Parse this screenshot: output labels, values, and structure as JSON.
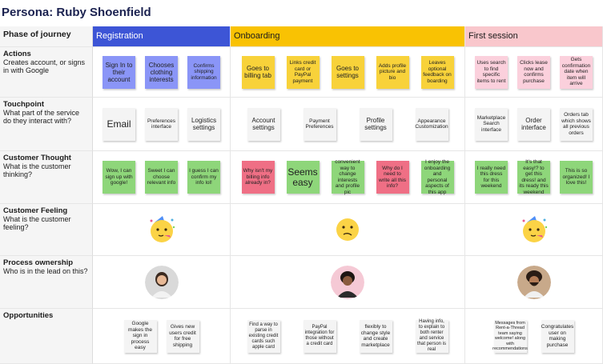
{
  "title": "Persona: Ruby Shoenfield",
  "header": {
    "label": "Phase of journey"
  },
  "phases": [
    {
      "label": "Registration",
      "color": "#3d55d6"
    },
    {
      "label": "Onboarding",
      "color": "#f9c203"
    },
    {
      "label": "First session",
      "color": "#f9c7cc"
    }
  ],
  "rows": {
    "actions": {
      "title": "Actions",
      "desc": "Creates account, or signs in with Google"
    },
    "touchpoint": {
      "title": "Touchpoint",
      "desc": "What part of the service do they interact with?"
    },
    "thought": {
      "title": "Customer Thought",
      "desc": "What is the customer thinking?"
    },
    "feeling": {
      "title": "Customer Feeling",
      "desc": "What is the customer feeling?"
    },
    "ownership": {
      "title": "Process ownership",
      "desc": "Who is in the lead on this?"
    },
    "opportunities": {
      "title": "Opportunities",
      "desc": ""
    }
  },
  "notes": {
    "actions_reg": [
      "Sign In to their account",
      "Chooses clothing interests",
      "Confirms shipping information"
    ],
    "actions_onb": [
      "Goes to billing tab",
      "Links credit card or PayPal payment",
      "Goes to settings",
      "Adds profile picture and bio",
      "Leaves optional feedback on boarding"
    ],
    "actions_fs": [
      "Uses search to find specific items to rent",
      "Clicks lease now and confirms purchase",
      "Gets confirmation date when item will arrive"
    ],
    "touch_reg": [
      "Email",
      "Preferences interface",
      "Logistics settings"
    ],
    "touch_onb": [
      "Account settings",
      "Payment Preferences",
      "Profile settings",
      "Appearance Customization"
    ],
    "touch_fs": [
      "Marketplace Search interface",
      "Order interface",
      "Orders tab which shows all previous orders"
    ],
    "thought_reg": [
      "Wow, I can sign up with google!",
      "Sweet I can choose relevant info",
      "I guess I can confirm my info lol!"
    ],
    "thought_onb": [
      "Why isn't my billing info already in?",
      "Seems easy",
      "convenient way to change interests and profile pic",
      "Why do I need to write all this info?",
      "I enjoy the onboarding and personal aspects of this app"
    ],
    "thought_fs": [
      "I really need this dress for this weekend",
      "It's that easy!? to get this dress! and its ready this weekend",
      "This is so organized! I love this!"
    ],
    "opp_reg": [
      "Google makes the sign in process easy",
      "Gives new users credit for free shipping"
    ],
    "opp_onb": [
      "Find a way to parse in existing credit cards such apple card",
      "PayPal integration for those without a credit card",
      "flexibly to change style and create marketplace",
      "Having info, to explain to both renter and service that person is real"
    ],
    "opp_fs": [
      "Messages from Rent-a-Thread team saying welcome! along with recommendations",
      "Congratulates user on making purchase"
    ]
  },
  "feelings": {
    "reg": "party-face-icon",
    "onb": "confused-face-icon",
    "fs": "party-face-icon"
  },
  "owners": {
    "reg": "avatar-woman-1",
    "onb": "avatar-woman-2",
    "fs": "avatar-man"
  }
}
